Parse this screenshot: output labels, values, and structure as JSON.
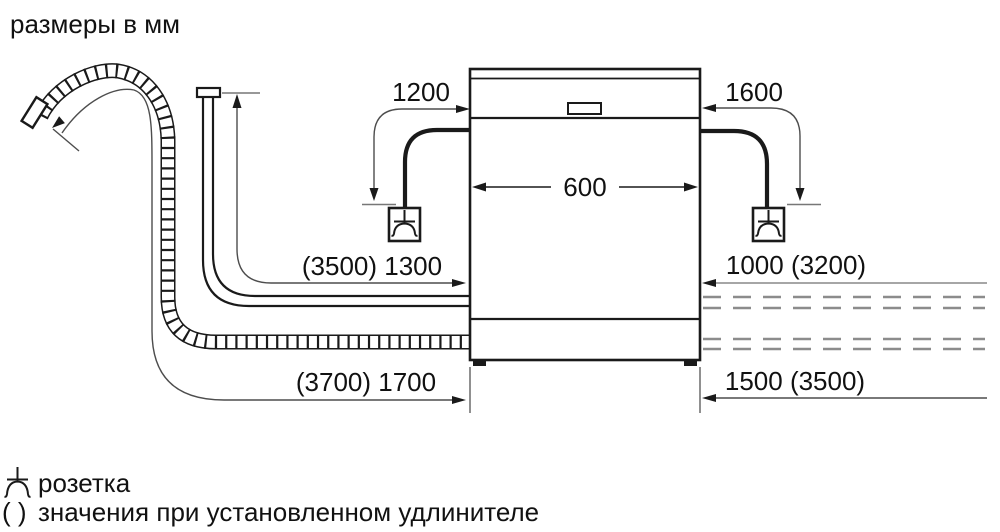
{
  "title": "размеры в мм",
  "labels": {
    "cable_left": "1200",
    "cable_right": "1600",
    "appliance_width": "600",
    "supply_hose_left": "(3500) 1300",
    "supply_hose_right": "1000 (3200)",
    "drain_hose_left": "(3700) 1700",
    "drain_hose_right": "1500 (3500)"
  },
  "legend": {
    "socket": "розетка",
    "parens_symbol": "( )",
    "parens_note": "значения при установленном удлинителе"
  },
  "colors": {
    "line": "#1a1a1a",
    "dim_line": "#4d4d4d",
    "dash_line": "#8c8c8c",
    "gray_dim": "#999999",
    "background": "#ffffff"
  }
}
